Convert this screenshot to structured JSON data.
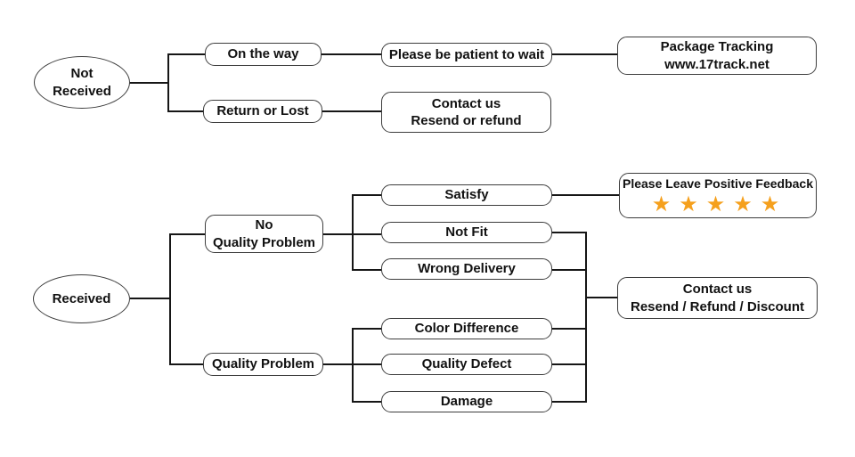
{
  "diagram": {
    "title": "Package received / not received customer service flowchart",
    "nodes": {
      "not_received": {
        "line1": "Not",
        "line2": "Received"
      },
      "on_the_way": {
        "label": "On the way"
      },
      "please_patient": {
        "label": "Please be patient to wait"
      },
      "package_tracking": {
        "line1": "Package Tracking",
        "line2": "www.17track.net"
      },
      "return_or_lost": {
        "label": "Return or Lost"
      },
      "contact_resend_refund": {
        "line1": "Contact us",
        "line2": "Resend or refund"
      },
      "received": {
        "label": "Received"
      },
      "no_quality_problem": {
        "line1": "No",
        "line2": "Quality Problem"
      },
      "quality_problem": {
        "label": "Quality Problem"
      },
      "satisfy": {
        "label": "Satisfy"
      },
      "not_fit": {
        "label": "Not Fit"
      },
      "wrong_delivery": {
        "label": "Wrong Delivery"
      },
      "color_difference": {
        "label": "Color Difference"
      },
      "quality_defect": {
        "label": "Quality Defect"
      },
      "damage": {
        "label": "Damage"
      },
      "positive_feedback": {
        "label": "Please Leave Positive Feedback",
        "stars": "★★★★★",
        "star_count": 5
      },
      "contact_discount": {
        "line1": "Contact us",
        "line2": "Resend / Refund / Discount"
      }
    },
    "colors": {
      "star": "#F5A01D",
      "line": "#161616",
      "border": "#3d3d3d",
      "background": "#ffffff",
      "text": "#111111"
    }
  }
}
